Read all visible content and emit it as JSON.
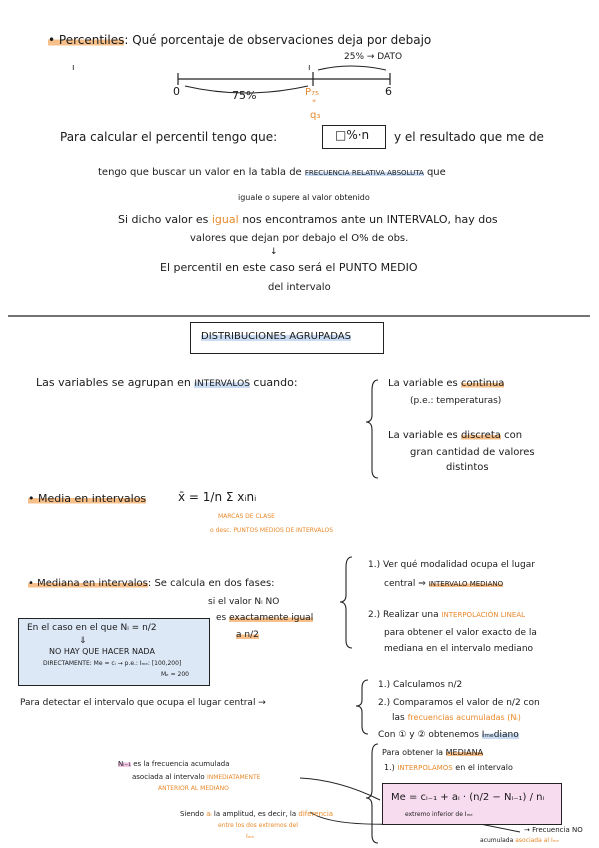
{
  "percentiles": {
    "title": "• Percentiles",
    "title_rest": ": Qué porcentaje de observaciones deja por debajo",
    "p25_note": "25% → DATO",
    "axis_start": "0",
    "axis_end": "6",
    "p75_label": "75%",
    "p75_marker": "P₇₅",
    "marker_quote": "\"",
    "marker_sub": "q₃",
    "tick_mark": "ı",
    "calc_prefix": "Para calcular el percentil tengo que:",
    "calc_box": "□%·n",
    "calc_suffix": "y el resultado que me de",
    "line2": "tengo que buscar un valor en la tabla de",
    "line2_highlight": "FRECUENCIA RELATIVA ABSOLUTA",
    "line2_end": "que",
    "line3": "iguale o supere al valor obtenido",
    "line4_prefix": "Si dicho valor es",
    "line4_igual": "igual",
    "line4_suffix": "nos encontramos ante un INTERVALO, hay dos",
    "line5": "valores que dejan por debajo el O% de obs.",
    "arrow_down": "↓",
    "line6": "El percentil en este caso será el PUNTO MEDIO",
    "line7": "del intervalo"
  },
  "section_title": "DISTRIBUCIONES AGRUPADAS",
  "grouped": {
    "intro_prefix": "Las variables se agrupan en",
    "intro_highlight": "INTERVALOS",
    "intro_suffix": "cuando:",
    "case1_prefix": "La variable es",
    "case1_highlight": "continua",
    "case1_sub": "(p.e.: temperaturas)",
    "case2_prefix": "La variable es",
    "case2_highlight": "discreta",
    "case2_suffix": "con",
    "case2_line2": "gran cantidad de valores",
    "case2_line3": "distintos"
  },
  "media": {
    "label": "• Media en intervalos",
    "formula": "x̄ = 1/n Σ xᵢnᵢ",
    "note1": "MARCAS DE CLASE",
    "note2": "o desc. PUNTOS MEDIOS DE INTERVALOS"
  },
  "mediana": {
    "label": "• Mediana en intervalos",
    "intro": ": Se calcula en dos fases:",
    "cond1": "si el valor Nᵢ NO",
    "cond2_prefix": "es",
    "cond2_highlight": "exactamente igual",
    "cond3": "a n/2",
    "box_line1": "En el caso en el que Nᵢ = n/2",
    "box_arrow": "⇓",
    "box_line2": "NO HAY QUE HACER NADA",
    "box_line3": "DIRECTAMENTE: Me = cᵢ → p.e.: Iₘₑ: [100,200]",
    "box_line4": "Mₑ = 200",
    "step1_prefix": "1.) Ver qué modalidad ocupa el lugar",
    "step1_line2": "central ⇒",
    "step1_highlight": "INTERVALO MEDIANO",
    "step2_prefix": "2.) Realizar una",
    "step2_highlight": "INTERPOLACIÓN LINEAL",
    "step2_line2": "para obtener el valor exacto de la",
    "step2_line3": "mediana en el intervalo mediano",
    "detect": "Para detectar el intervalo que ocupa el lugar central →",
    "d1": "1.) Calculamos n/2",
    "d2": "2.) Comparamos el valor de n/2 con",
    "d2_line2_prefix": "las",
    "d2_line2_highlight": "frecuencias acumuladas (Nᵢ)",
    "d3_prefix": "Con ① y ② obtenemos",
    "d3_highlight": "Iₘₑdiano",
    "obtain_prefix": "Para obtener la",
    "obtain_highlight": "MEDIANA",
    "obtain_step_prefix": "1.)",
    "obtain_step_highlight": "INTERPOLAMOS",
    "obtain_step_suffix": "en el intervalo",
    "formula": "Me = cᵢ₋₁ + aᵢ · (n/2 − Nᵢ₋₁) / nᵢ",
    "formula_sub": "extremo inferior de Iₘₑ",
    "left_note1_prefix": "Nᵢ₋₁",
    "left_note1_suffix": "es la frecuencia acumulada",
    "left_note2_prefix": "asociada al intervalo",
    "left_note2_highlight": "INMEDIATAMENTE",
    "left_note3": "ANTERIOR AL MEDIANO",
    "bottom_note1_prefix": "Siendo",
    "bottom_note1_ai": "aᵢ",
    "bottom_note1_mid": "la amplitud, es decir, la",
    "bottom_note1_highlight": "diferencia",
    "bottom_note2": "entre los dos extremos del",
    "bottom_note3": "Iₘₑ",
    "right_note1": "→ Frecuencia NO",
    "right_note2_prefix": "acumulada",
    "right_note2_highlight": "asociada al Iₘₑ"
  },
  "colors": {
    "orange_highlight": "#f7c08a",
    "blue_highlight": "#c9dcf3",
    "pink_highlight": "#f3c6e6",
    "orange_text": "#e8892b"
  }
}
